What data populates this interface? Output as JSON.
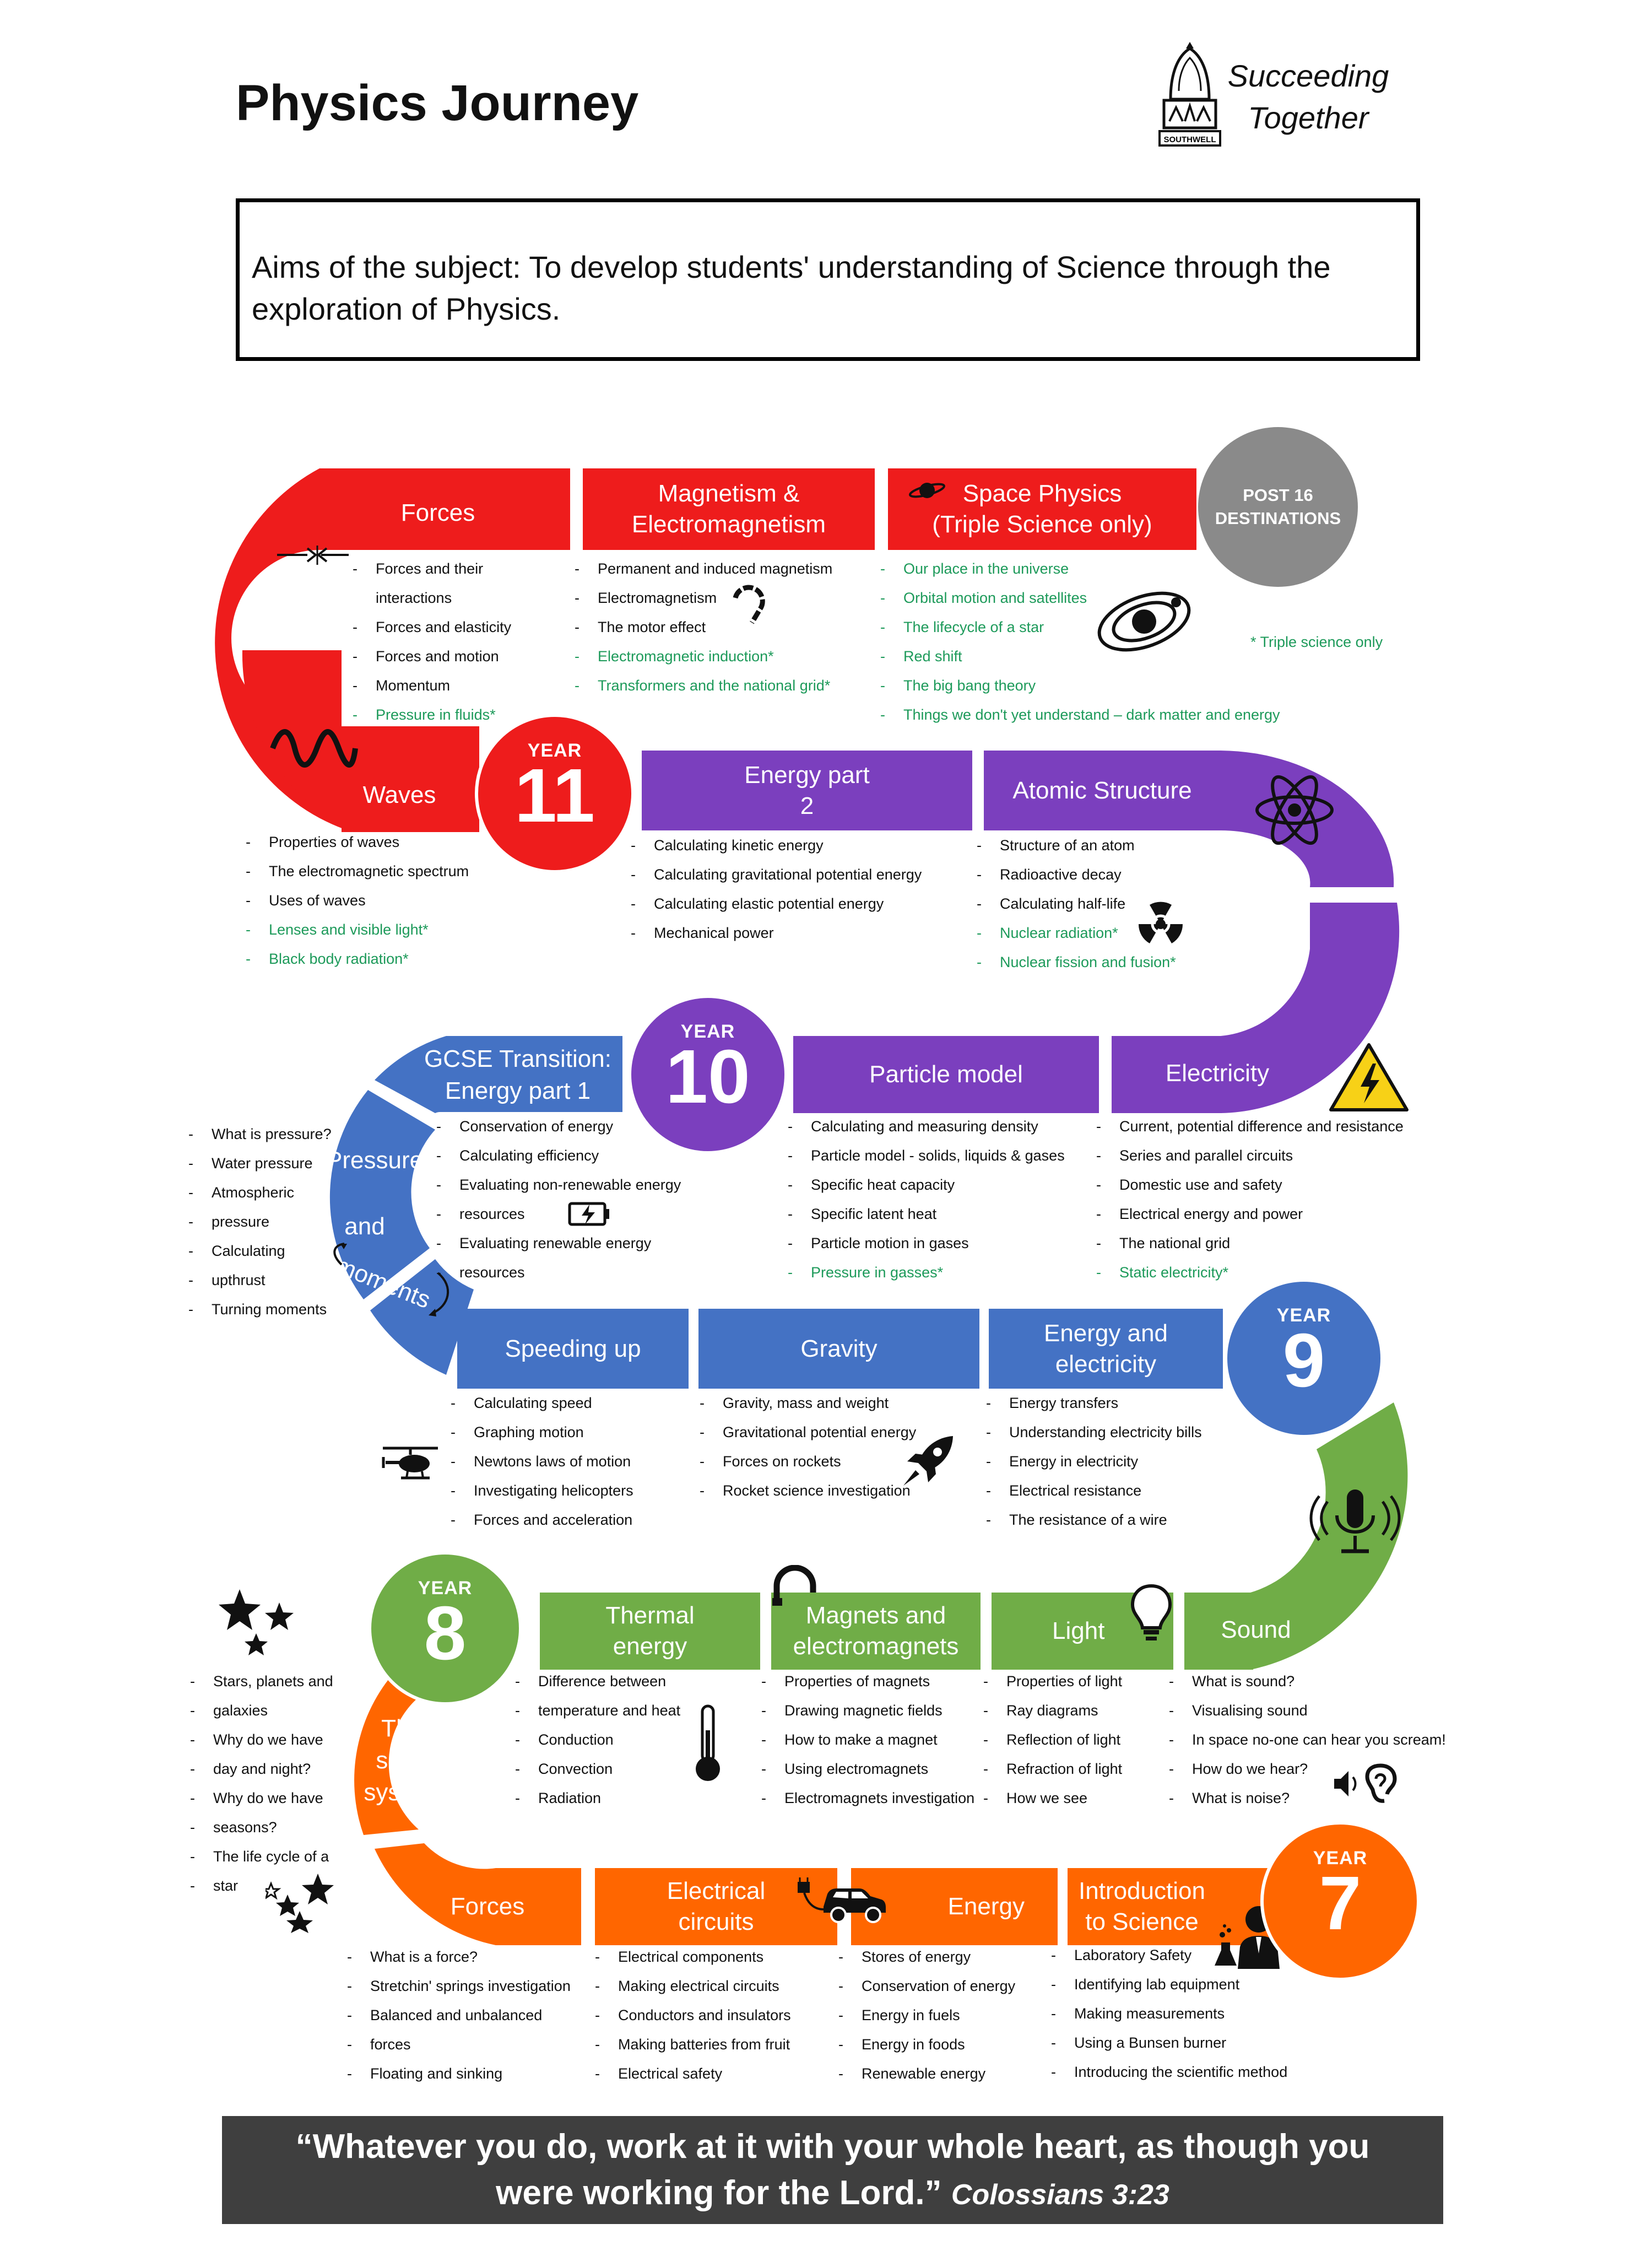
{
  "header": {
    "title": "Physics Journey",
    "motto_line1": "Succeeding",
    "motto_line2": "Together",
    "crest_text": "SOUTHWELL"
  },
  "aims": "Aims of the subject: To develop students' understanding of Science through the exploration of Physics.",
  "post16": {
    "line1": "POST 16",
    "line2": "DESTINATIONS"
  },
  "triple_note": "* Triple science only",
  "badge_label": "YEAR",
  "years": {
    "y11": "11",
    "y10": "10",
    "y9": "9",
    "y8": "8",
    "y7": "7"
  },
  "colors": {
    "year11": "#ee1c1c",
    "year10": "#7b3fbe",
    "year9": "#4472c4",
    "year8": "#70ad47",
    "year7": "#ff6600",
    "triple": "#1d9a5a",
    "post16": "#8a8a8a"
  },
  "year11": {
    "forces": {
      "title": "Forces",
      "items": [
        "Forces and their interactions",
        "Forces and elasticity",
        "Forces and motion",
        "Momentum",
        "Pressure in fluids*"
      ]
    },
    "magnetism": {
      "title_l1": "Magnetism &",
      "title_l2": "Electromagnetism",
      "items": [
        "Permanent and induced magnetism",
        "Electromagnetism",
        "The motor effect",
        "Electromagnetic induction*",
        "Transformers and the national grid*"
      ]
    },
    "space": {
      "title_l1": "Space Physics",
      "title_l2": "(Triple Science only)",
      "items": [
        "Our place in the universe",
        "Orbital motion and satellites",
        "The lifecycle of a star",
        "Red shift",
        "The big bang theory",
        "Things we don't yet understand – dark matter and energy"
      ]
    },
    "waves": {
      "title": "Waves",
      "items": [
        "Properties of waves",
        "The electromagnetic spectrum",
        "Uses of waves",
        "Lenses and visible light*",
        "Black body radiation*"
      ]
    },
    "energy2": {
      "title_l1": "Energy part",
      "title_l2": "2",
      "items": [
        "Calculating kinetic energy",
        "Calculating gravitational potential energy",
        "Calculating elastic potential energy",
        "Mechanical power"
      ]
    },
    "atomic": {
      "title": "Atomic Structure",
      "items": [
        "Structure of an atom",
        "Radioactive decay",
        "Calculating half-life",
        "Nuclear radiation*",
        "Nuclear fission and fusion*"
      ]
    }
  },
  "year10": {
    "gcse": {
      "title_l1": "GCSE Transition:",
      "title_l2": "Energy part 1",
      "items": [
        "Conservation of energy",
        "Calculating efficiency",
        "Evaluating non-renewable energy",
        "resources",
        "Evaluating renewable energy",
        "resources"
      ]
    },
    "particle": {
      "title": "Particle model",
      "items": [
        "Calculating and measuring density",
        "Particle model - solids, liquids & gases",
        "Specific heat capacity",
        "Specific latent heat",
        "Particle motion in gases",
        "Pressure in gasses*"
      ]
    },
    "electricity": {
      "title": "Electricity",
      "items": [
        "Current, potential difference and resistance",
        "Series and parallel circuits",
        "Domestic use and safety",
        "Electrical energy and power",
        "The national grid",
        "Static electricity*"
      ]
    },
    "pressure": {
      "title_l1": "Pressure",
      "title_l2": "and",
      "title_l3": "moments",
      "items": [
        "What is pressure?",
        "Water pressure",
        "Atmospheric",
        "pressure",
        "Calculating",
        "upthrust",
        "Turning moments"
      ]
    }
  },
  "year9": {
    "speeding": {
      "title": "Speeding up",
      "items": [
        "Calculating speed",
        "Graphing motion",
        "Newtons laws of motion",
        "Investigating helicopters",
        "Forces and acceleration"
      ]
    },
    "gravity": {
      "title": "Gravity",
      "items": [
        "Gravity, mass and weight",
        "Gravitational potential energy",
        "Forces on rockets",
        "Rocket science investigation"
      ]
    },
    "energy_elec": {
      "title_l1": "Energy and",
      "title_l2": "electricity",
      "items": [
        "Energy transfers",
        "Understanding electricity bills",
        "Energy in electricity",
        "Electrical resistance",
        "The resistance of a wire"
      ]
    }
  },
  "year8": {
    "thermal": {
      "title_l1": "Thermal",
      "title_l2": "energy",
      "items": [
        "Difference between",
        "temperature and heat",
        "Conduction",
        "Convection",
        "Radiation"
      ]
    },
    "magnets": {
      "title_l1": "Magnets and",
      "title_l2": "electromagnets",
      "items": [
        "Properties of magnets",
        "Drawing magnetic fields",
        "How to make a magnet",
        "Using electromagnets",
        "Electromagnets investigation"
      ]
    },
    "light": {
      "title": "Light",
      "items": [
        "Properties of light",
        "Ray diagrams",
        "Reflection of light",
        "Refraction of light",
        "How we see"
      ]
    },
    "sound": {
      "title": "Sound",
      "items": [
        "What is sound?",
        "Visualising sound",
        "In space no-one can hear you scream!",
        "How do we hear?",
        "What is noise?"
      ]
    },
    "solar": {
      "title_l1": "The",
      "title_l2": "solar",
      "title_l3": "system",
      "items": [
        "Stars, planets and",
        "galaxies",
        "Why do we have",
        "day and night?",
        "Why do we have",
        "seasons?",
        "The life cycle of a",
        "star"
      ]
    }
  },
  "year7": {
    "forces": {
      "title": "Forces",
      "items": [
        "What is a force?",
        "Stretchin' springs investigation",
        "Balanced and unbalanced",
        "forces",
        "Floating and sinking"
      ]
    },
    "circuits": {
      "title_l1": "Electrical",
      "title_l2": "circuits",
      "items": [
        "Electrical components",
        "Making electrical circuits",
        "Conductors and insulators",
        "Making batteries from fruit",
        "Electrical safety"
      ]
    },
    "energy": {
      "title": "Energy",
      "items": [
        "Stores of energy",
        "Conservation of energy",
        "Energy in fuels",
        "Energy in foods",
        "Renewable energy"
      ]
    },
    "intro": {
      "title_l1": "Introduction",
      "title_l2": "to Science",
      "items": [
        "Laboratory Safety",
        "Identifying lab equipment",
        "Making measurements",
        "Using a Bunsen burner",
        "Introducing the scientific method"
      ]
    }
  },
  "quote": {
    "line1": "“Whatever you do, work at it with your whole heart, as though you",
    "line2": "were working for the Lord.”",
    "ref": "Colossians 3:23"
  }
}
